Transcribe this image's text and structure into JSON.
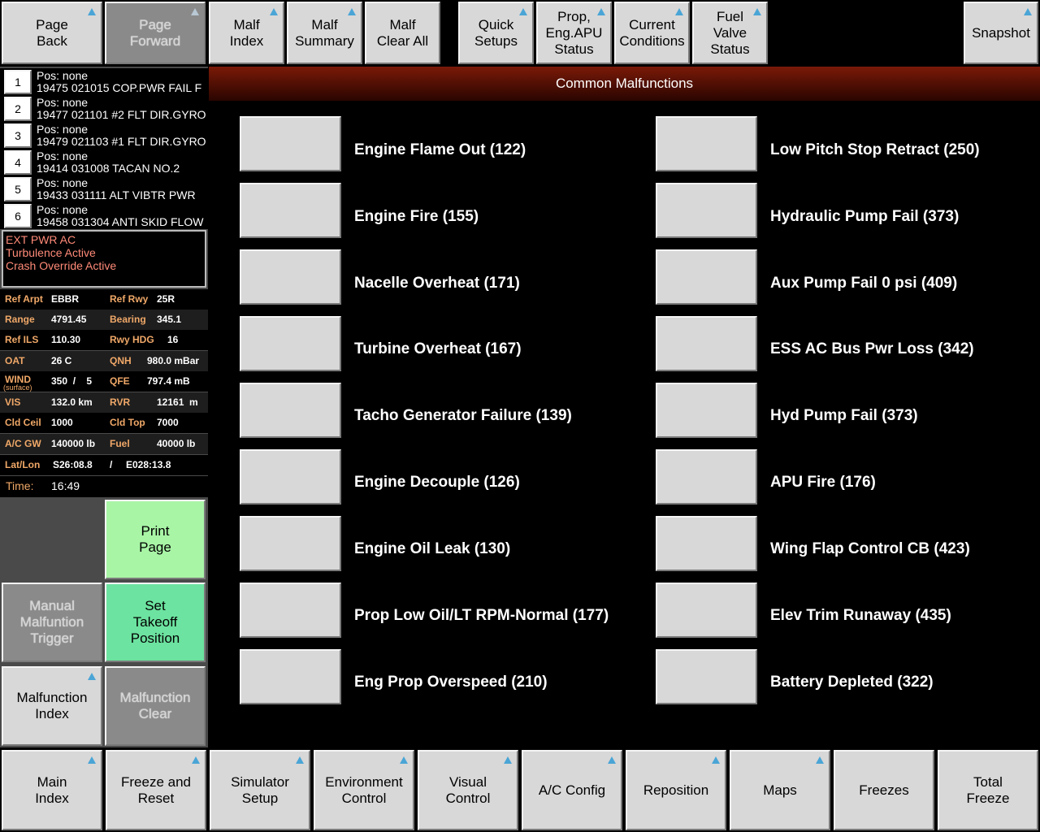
{
  "top_bar": {
    "page_back": "Page\nBack",
    "page_forward": "Page\nForward",
    "malf_index": "Malf\nIndex",
    "malf_summary": "Malf\nSummary",
    "malf_clear_all": "Malf\nClear All",
    "quick_setups": "Quick\nSetups",
    "prop_eng_apu_status": "Prop,\nEng.APU\nStatus",
    "current_conditions": "Current\nConditions",
    "fuel_valve_status": "Fuel\nValve\nStatus",
    "snapshot": "Snapshot"
  },
  "queue": [
    {
      "num": "1",
      "pos": "Pos: none",
      "text": "19475 021015 COP.PWR FAIL F"
    },
    {
      "num": "2",
      "pos": "Pos: none",
      "text": "19477 021101 #2 FLT DIR.GYRO"
    },
    {
      "num": "3",
      "pos": "Pos: none",
      "text": "19479 021103 #1 FLT DIR.GYRO"
    },
    {
      "num": "4",
      "pos": "Pos: none",
      "text": "19414 031008 TACAN NO.2"
    },
    {
      "num": "5",
      "pos": "Pos: none",
      "text": "19433 031111 ALT VIBTR PWR"
    },
    {
      "num": "6",
      "pos": "Pos: none",
      "text": "19458 031304 ANTI SKID FLOW"
    }
  ],
  "status": [
    "EXT PWR AC",
    "Turbulence Active",
    "Crash Override Active"
  ],
  "info": {
    "ref_arpt_k": "Ref Arpt",
    "ref_arpt_v": "EBBR",
    "ref_rwy_k": "Ref Rwy",
    "ref_rwy_v": "25R",
    "range_k": "Range",
    "range_v": "4791.45",
    "bearing_k": "Bearing",
    "bearing_v": "345.1",
    "ref_ils_k": "Ref ILS",
    "ref_ils_v": "110.30",
    "rwy_hdg_k": "Rwy HDG",
    "rwy_hdg_v": "16",
    "oat_k": "OAT",
    "oat_v": "26 C",
    "qnh_k": "QNH",
    "qnh_v": "980.0 mBar",
    "wind_k": "WIND",
    "wind_sub": "(surface)",
    "wind_v": "350  /    5",
    "qfe_k": "QFE",
    "qfe_v": "797.4 mB",
    "vis_k": "VIS",
    "vis_v": "132.0 km",
    "rvr_k": "RVR",
    "rvr_v": "12161  m",
    "cld_ceil_k": "Cld Ceil",
    "cld_ceil_v": "1000",
    "cld_top_k": "Cld Top",
    "cld_top_v": "7000",
    "ac_gw_k": "A/C GW",
    "ac_gw_v": "140000 lb",
    "fuel_k": "Fuel",
    "fuel_v": "40000 lb",
    "latlon_k": "Lat/Lon",
    "lat_v": "S26:08.8",
    "latlon_sep": "/",
    "lon_v": "E028:13.8",
    "time_k": "Time:",
    "time_v": "16:49"
  },
  "side_buttons": {
    "print_page": "Print\nPage",
    "manual_trigger": "Manual\nMalfuntion\nTrigger",
    "set_takeoff": "Set\nTakeoff\nPosition",
    "malf_index": "Malfunction\nIndex",
    "malf_clear": "Malfunction\nClear"
  },
  "main": {
    "title": "Common Malfunctions",
    "left": [
      "Engine Flame Out (122)",
      "Engine Fire (155)",
      "Nacelle Overheat (171)",
      "Turbine Overheat (167)",
      "Tacho Generator Failure (139)",
      "Engine Decouple (126)",
      "Engine Oil Leak (130)",
      "Prop Low Oil/LT RPM-Normal (177)",
      "Eng Prop Overspeed (210)"
    ],
    "right": [
      "Low Pitch Stop Retract (250)",
      "Hydraulic Pump Fail (373)",
      "Aux Pump Fail 0 psi (409)",
      "ESS AC Bus Pwr Loss (342)",
      "Hyd Pump Fail (373)",
      "APU Fire (176)",
      "Wing Flap Control CB (423)",
      "Elev Trim Runaway (435)",
      "Battery Depleted (322)"
    ]
  },
  "bottom_bar": {
    "main_index": "Main\nIndex",
    "freeze_reset": "Freeze and\nReset",
    "simulator_setup": "Simulator\nSetup",
    "environment_control": "Environment\nControl",
    "visual_control": "Visual\nControl",
    "ac_config": "A/C Config",
    "reposition": "Reposition",
    "maps": "Maps",
    "freezes": "Freezes",
    "total_freeze": "Total\nFreeze"
  },
  "colors": {
    "accent_triangle": "#4aa5d6",
    "header_gradient_top": "#7a1a08",
    "status_text": "#ff8a78",
    "info_key": "#f0a868",
    "print_button": "#a8f5a6",
    "takeoff_button": "#6ce3a0"
  }
}
